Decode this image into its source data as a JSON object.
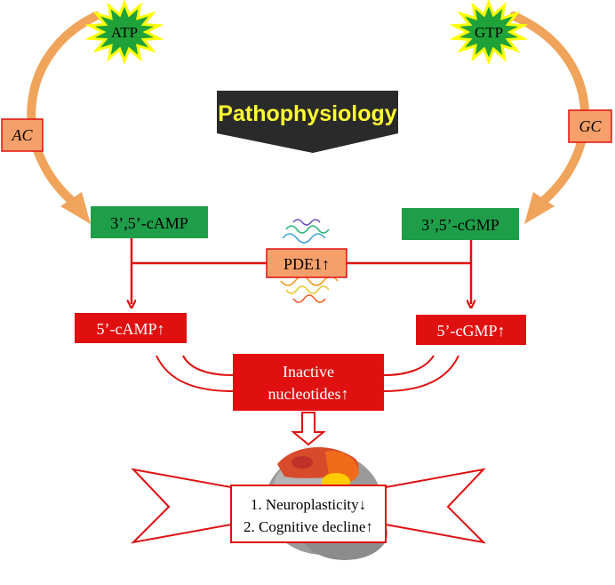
{
  "atp": "ATP",
  "gtp": "GTP",
  "ac": "AC",
  "gc": "GC",
  "title": "Pathophysiology",
  "camp": "3’,5’-cAMP",
  "cgmp": "3’,5’-cGMP",
  "pde1": "PDE1↑",
  "camp5": "5’-cAMP↑",
  "cgmp5": "5’-cGMP↑",
  "inactive_line1": "Inactive",
  "inactive_line2": "nucleotides↑",
  "outcome_line1": "1. Neuroplasticity↓",
  "outcome_line2": "2. Cognitive decline↑",
  "colors": {
    "green_box": "#1f9e4a",
    "star_fill": "#1fa23a",
    "star_outline": "#ffff00",
    "orange": "#f0a35a",
    "orange_box": "#f5a06b",
    "red": "#e01010",
    "title_bg": "#2a2a2a",
    "title_text": "#ffff33"
  }
}
